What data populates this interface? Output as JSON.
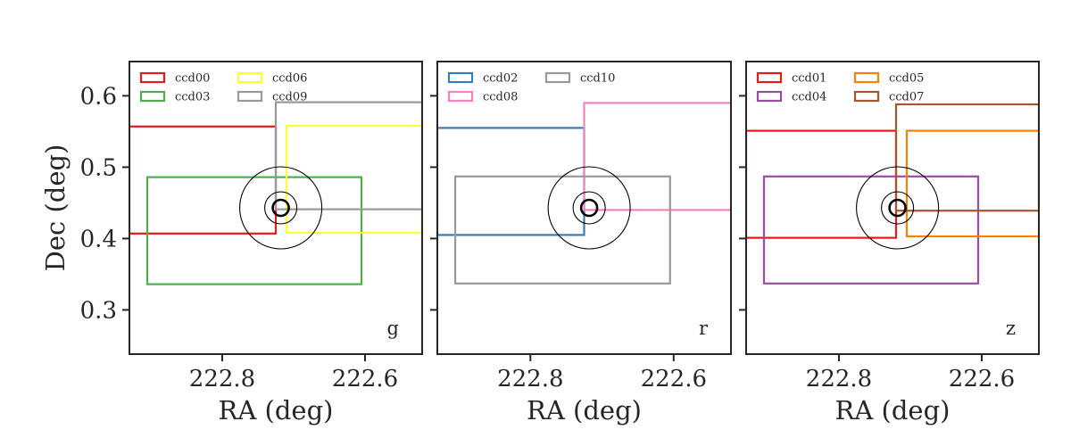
{
  "chart_data": [
    {
      "type": "rectangles",
      "band": "g",
      "xlabel": "RA (deg)",
      "ylabel": "Dec (deg)",
      "xlim": [
        222.93,
        222.52
      ],
      "ylim": [
        0.238,
        0.648
      ],
      "xticks": [
        222.8,
        222.6
      ],
      "yticks": [
        0.3,
        0.4,
        0.5,
        0.6
      ],
      "legend_position": "top-left",
      "legend_columns": 2,
      "series": [
        {
          "name": "ccd00",
          "color": "#e41a1c",
          "ra": [
            222.93,
            222.725
          ],
          "dec": [
            0.407,
            0.557
          ]
        },
        {
          "name": "ccd03",
          "color": "#4daf4a",
          "ra": [
            222.905,
            222.605
          ],
          "dec": [
            0.336,
            0.486
          ]
        },
        {
          "name": "ccd06",
          "color": "#ffff33",
          "ra": [
            222.71,
            222.52
          ],
          "dec": [
            0.408,
            0.558
          ]
        },
        {
          "name": "ccd09",
          "color": "#999999",
          "ra": [
            222.725,
            222.52
          ],
          "dec": [
            0.441,
            0.591
          ]
        }
      ],
      "target": {
        "ra": 222.718,
        "dec": 0.443
      }
    },
    {
      "type": "rectangles",
      "band": "r",
      "xlabel": "RA (deg)",
      "ylabel": "",
      "xlim": [
        222.93,
        222.52
      ],
      "ylim": [
        0.238,
        0.648
      ],
      "xticks": [
        222.8,
        222.6
      ],
      "yticks": [
        0.3,
        0.4,
        0.5,
        0.6
      ],
      "legend_position": "top-left",
      "legend_columns": 2,
      "series": [
        {
          "name": "ccd02",
          "color": "#377eb8",
          "ra": [
            222.93,
            222.725
          ],
          "dec": [
            0.405,
            0.555
          ]
        },
        {
          "name": "ccd08",
          "color": "#f781bf",
          "ra": [
            222.725,
            222.52
          ],
          "dec": [
            0.44,
            0.59
          ]
        },
        {
          "name": "ccd10",
          "color": "#999999",
          "ra": [
            222.905,
            222.605
          ],
          "dec": [
            0.337,
            0.487
          ]
        }
      ],
      "target": {
        "ra": 222.718,
        "dec": 0.443
      }
    },
    {
      "type": "rectangles",
      "band": "z",
      "xlabel": "RA (deg)",
      "ylabel": "",
      "xlim": [
        222.93,
        222.52
      ],
      "ylim": [
        0.238,
        0.648
      ],
      "xticks": [
        222.8,
        222.6
      ],
      "yticks": [
        0.3,
        0.4,
        0.5,
        0.6
      ],
      "legend_position": "top-left",
      "legend_columns": 2,
      "series": [
        {
          "name": "ccd01",
          "color": "#e41a1c",
          "ra": [
            222.93,
            222.72
          ],
          "dec": [
            0.401,
            0.551
          ]
        },
        {
          "name": "ccd04",
          "color": "#984ea3",
          "ra": [
            222.905,
            222.605
          ],
          "dec": [
            0.337,
            0.487
          ]
        },
        {
          "name": "ccd05",
          "color": "#ff7f00",
          "ra": [
            222.705,
            222.52
          ],
          "dec": [
            0.403,
            0.551
          ]
        },
        {
          "name": "ccd07",
          "color": "#a65628",
          "ra": [
            222.72,
            222.52
          ],
          "dec": [
            0.439,
            0.588
          ]
        }
      ],
      "target": {
        "ra": 222.718,
        "dec": 0.443
      }
    }
  ]
}
